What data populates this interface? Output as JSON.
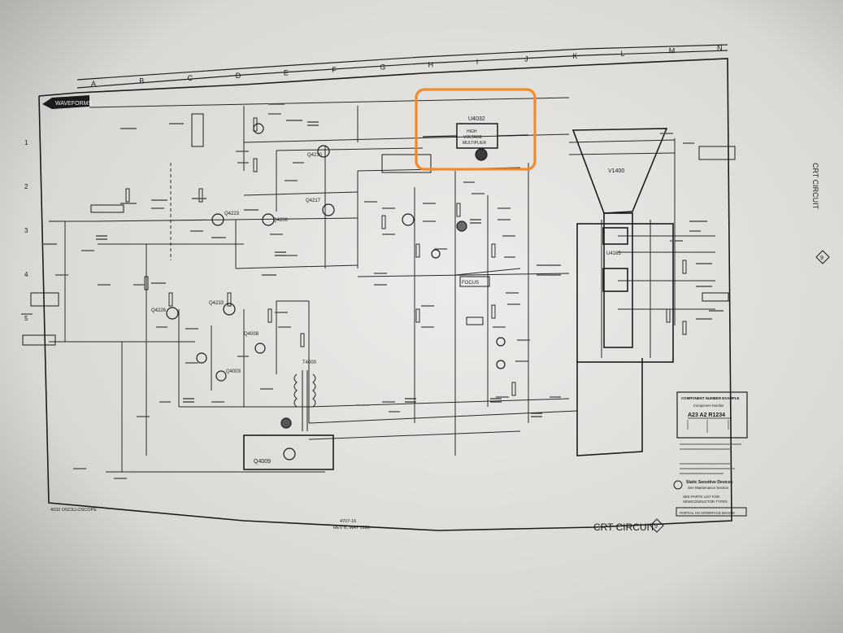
{
  "schematic": {
    "column_letters": [
      "A",
      "B",
      "C",
      "D",
      "E",
      "F",
      "G",
      "H",
      "I",
      "J",
      "K",
      "L",
      "M",
      "N"
    ],
    "row_numbers": [
      "1",
      "2",
      "3",
      "4",
      "5"
    ],
    "waveforms_tag": "WAVEFORMS",
    "highlight": {
      "ref": "U4032",
      "text_lines": [
        "HIGH",
        "VOLTAGE",
        "MULTIPLIER"
      ],
      "color": "#f08a2c"
    },
    "crt_ref": "V1400",
    "side_title": "CRT CIRCUIT",
    "side_badge": "9",
    "bottom_title": "CRT CIRCUIT",
    "bottom_badge": "9",
    "bottom_left_caption": "4032 OSCILLOSCOPE",
    "bottom_center_caption": [
      "4707-16",
      "REV B, MAY 1980"
    ],
    "labels": {
      "q4223": "Q4223",
      "q4230": "Q4230",
      "q4217": "Q4217",
      "q4200": "Q4200",
      "q4226": "Q4226",
      "q4233": "Q4233",
      "q4008": "Q4008",
      "q4003": "Q4003",
      "q4009": "Q4009",
      "t4000": "T4000",
      "focus": "FOCUS",
      "u4165": "U4165"
    },
    "legend": {
      "title": "COMPONENT NUMBER EXAMPLE",
      "sub": "Component Number",
      "example": "A23 A2 R1234",
      "note_lines": [
        "Static Sensitive Devices",
        "See Maintenance Section"
      ],
      "parts_lines": [
        "SEE PARTS LIST FOR",
        "SEMICONDUCTOR TYPES"
      ],
      "board": "PARTIAL HV INTERFACE BOARD"
    }
  }
}
